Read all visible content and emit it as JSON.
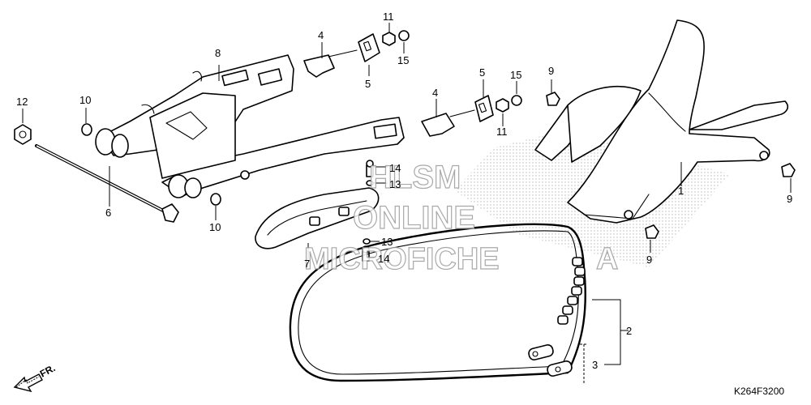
{
  "diagram": {
    "code": "K264F3200",
    "direction_label": "FR.",
    "watermark": {
      "line1": "HLSM",
      "line2": "ONLINE",
      "line3": "MICROFICHE"
    },
    "callouts": {
      "p1": "1",
      "p2": "2",
      "p3": "3",
      "p4a": "4",
      "p4b": "4",
      "p5a": "5",
      "p5b": "5",
      "p6": "6",
      "p7": "7",
      "p8": "8",
      "p9a": "9",
      "p9b": "9",
      "p9c": "9",
      "p10a": "10",
      "p10b": "10",
      "p11a": "11",
      "p11b": "11",
      "p12": "12",
      "p13a": "13",
      "p13b": "13",
      "p14a": "14",
      "p14b": "14",
      "p15a": "15",
      "p15b": "15"
    }
  }
}
